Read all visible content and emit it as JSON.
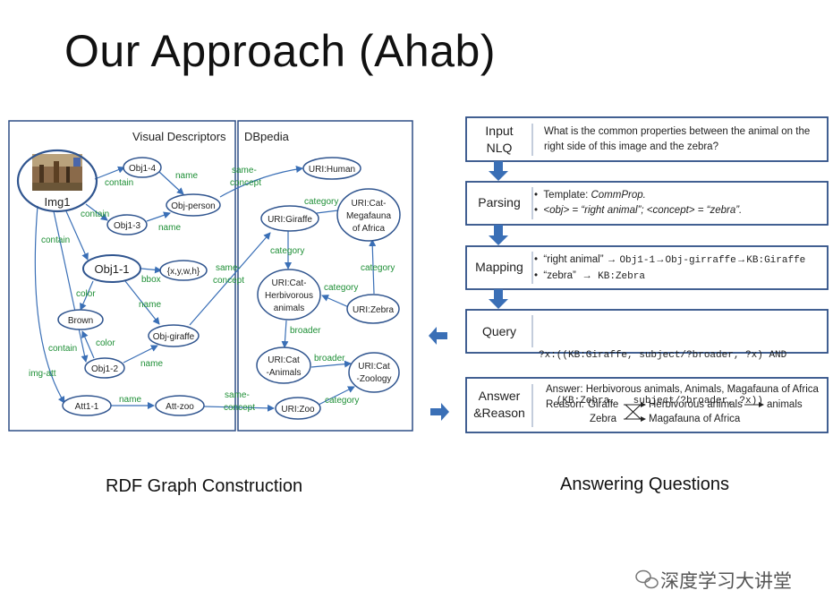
{
  "slide": {
    "title": "Our Approach (Ahab)",
    "caption_left": "RDF Graph Construction",
    "caption_right": "Answering Questions",
    "watermark": "深度学习大讲堂"
  },
  "graph": {
    "section_visual": "Visual Descriptors",
    "section_dbpedia": "DBpedia",
    "nodes": {
      "img1": "Img1",
      "obj1_4": "Obj1-4",
      "obj_person": "Obj-person",
      "obj1_3": "Obj1-3",
      "obj1_1": "Obj1-1",
      "bbox": "{x,y,w,h}",
      "brown": "Brown",
      "obj_giraffe": "Obj-giraffe",
      "obj1_2": "Obj1-2",
      "att1_1": "Att1-1",
      "att_zoo": "Att-zoo",
      "uri_human": "URI:Human",
      "uri_giraffe": "URI:Giraffe",
      "uri_megafauna": [
        "URI:Cat-",
        "Megafauna",
        "of Africa"
      ],
      "uri_herbivorous": [
        "URI:Cat-",
        "Herbivorous",
        "animals"
      ],
      "uri_zebra": "URI:Zebra",
      "uri_animals": [
        "URI:Cat",
        "-Animals"
      ],
      "uri_zoology": [
        "URI:Cat",
        "-Zoology"
      ],
      "uri_zoo": "URI:Zoo"
    },
    "edges": {
      "contain": "contain",
      "name": "name",
      "bbox": "bbox",
      "color": "color",
      "img_att": "img-att",
      "same_concept": [
        "same-",
        "concept"
      ],
      "category": "category",
      "broader": "broader"
    }
  },
  "pipeline": {
    "steps": [
      {
        "label": [
          "Input",
          "NLQ"
        ],
        "content": [
          "What is the common properties between the animal on the",
          "right side of this image and the zebra?"
        ]
      },
      {
        "label": [
          "Parsing"
        ],
        "template_prefix": "Template:",
        "template_value": "CommProp.",
        "bindings": "<obj> = “right animal”;  <concept> = “zebra”."
      },
      {
        "label": [
          "Mapping"
        ],
        "line1_quote": "“right animal”",
        "line1_a": "Obj1-1",
        "line1_b": "Obj-girraffe",
        "line1_c": "KB:Giraffe",
        "line2_quote": "“zebra”",
        "line2_a": "KB:Zebra"
      },
      {
        "label": [
          "Query"
        ],
        "content": [
          "?x:((KB:Giraffe, subject/?broader, ?x) AND",
          "   (KB:Zebra,   subject/?broader, ?x))"
        ]
      },
      {
        "label": [
          "Answer",
          "&Reason"
        ],
        "answer": "Answer: Herbivorous animals, Animals, Magafauna of Africa",
        "reason_prefix": "Reason:",
        "reason_giraffe": "Giraffe",
        "reason_zebra": "Zebra",
        "reason_herb": "Herbivorous animals",
        "reason_animals": "animals",
        "reason_mega": "Magafauna of Africa"
      }
    ]
  },
  "colors": {
    "box_border": "#2e4f86",
    "edge_label": "#1e8f36",
    "arrow": "#3a6fb6",
    "node_border": "#30558f"
  }
}
